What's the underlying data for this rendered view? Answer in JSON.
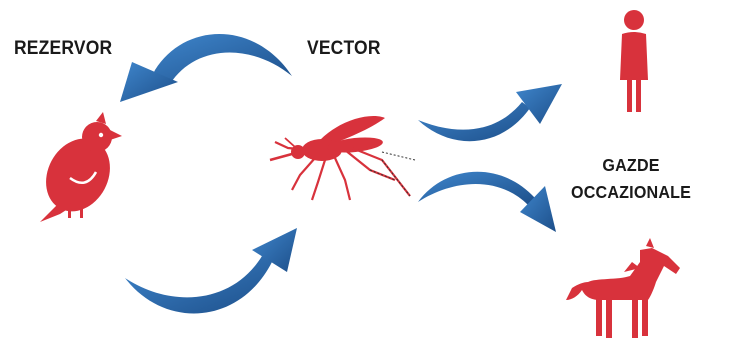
{
  "labels": {
    "reservoir": "REZERVOR",
    "vector": "VECTOR",
    "hosts_line1": "GAZDE",
    "hosts_line2": "OCCAZIONALE"
  },
  "colors": {
    "arrow": "#2f6fb3",
    "arrow_dark": "#1d4f8a",
    "animal": "#d8323c",
    "text": "#1a1a1a"
  },
  "icons": [
    "bird-icon",
    "mosquito-icon",
    "human-icon",
    "horse-icon"
  ]
}
